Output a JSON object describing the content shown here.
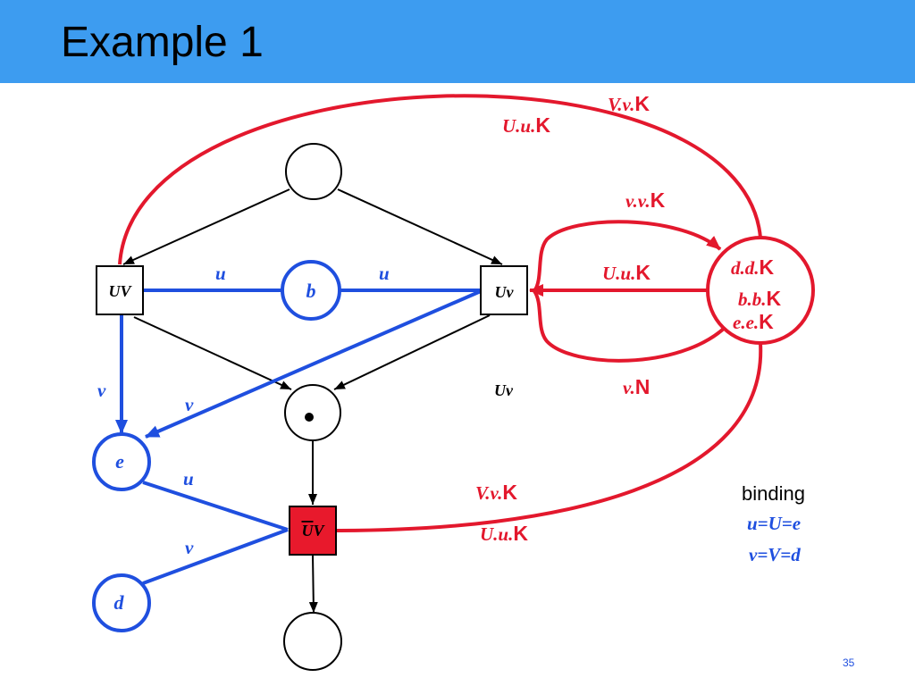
{
  "slide": {
    "title": "Example 1",
    "page_number": "35"
  },
  "colors": {
    "header": "#3d9cf0",
    "red": "#e3182d",
    "blue": "#1f4fdf",
    "black": "#000000"
  },
  "nodes": {
    "uv_transition": "UV",
    "b_place": "b",
    "uv_lower_transition": "Uv",
    "e_place": "e",
    "d_place": "d",
    "fired_transition": {
      "overlined": "U",
      "rest": "V"
    }
  },
  "arc_labels": {
    "uv_to_b": "u",
    "b_to_uv": "u",
    "uv_to_e": "v",
    "uv2_to_e": "v",
    "e_to_fired": "u",
    "d_to_fired": "v"
  },
  "mode_label": "Uv",
  "red_labels": {
    "top_outer": {
      "prefix": "V.v.",
      "suffix": "K"
    },
    "top_inner": {
      "prefix": "U.u.",
      "suffix": "K"
    },
    "loop_top": {
      "prefix": "v.v.",
      "suffix": "K"
    },
    "arrow_mid": {
      "prefix": "U.u.",
      "suffix": "K"
    },
    "loop_bottom": {
      "prefix": "v.",
      "suffix": "N"
    },
    "bottom_outer": {
      "prefix": "V.v.",
      "suffix": "K"
    },
    "bottom_inner": {
      "prefix": "U.u.",
      "suffix": "K"
    }
  },
  "circle_labels": [
    {
      "prefix": "d.d.",
      "suffix": "K"
    },
    {
      "prefix": "b.b.",
      "suffix": "K"
    },
    {
      "prefix": "e.e.",
      "suffix": "K"
    }
  ],
  "binding": {
    "title": "binding",
    "lines": [
      "u=U=e",
      "v=V=d"
    ]
  }
}
